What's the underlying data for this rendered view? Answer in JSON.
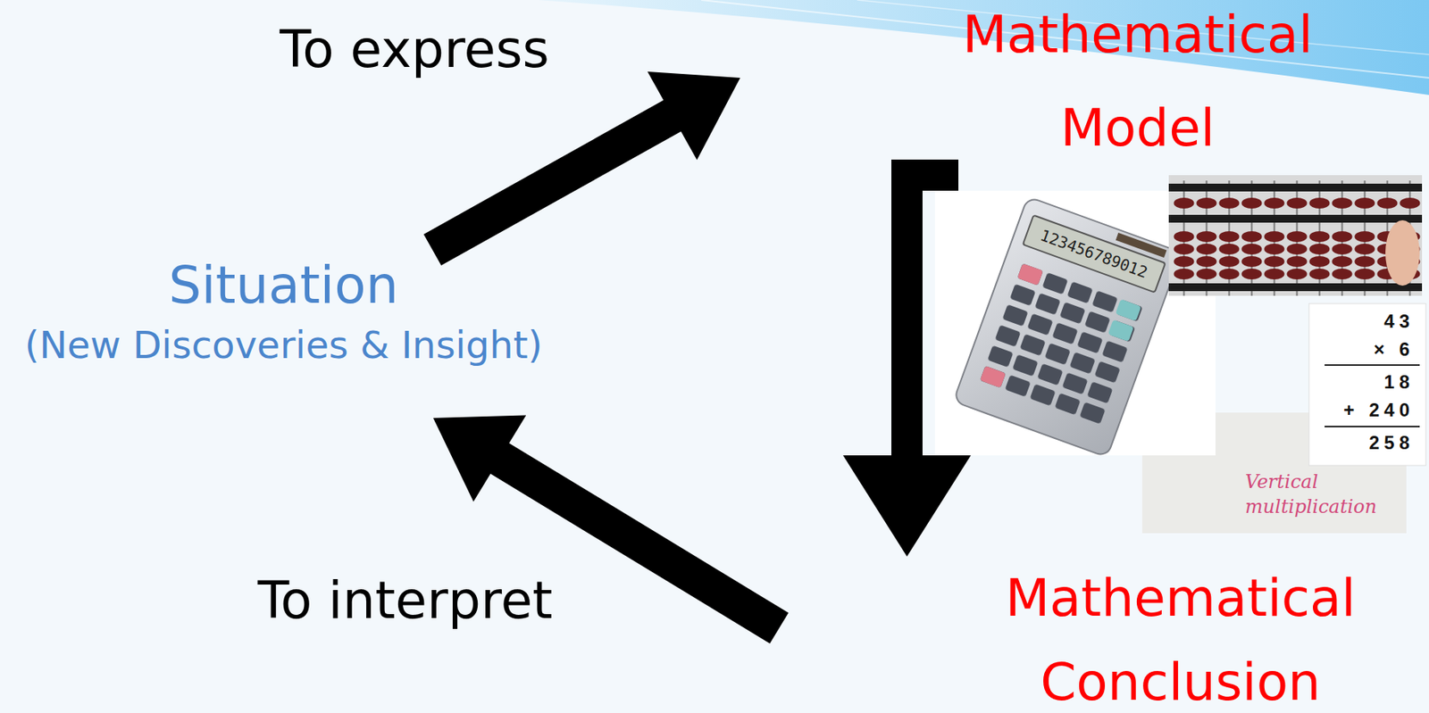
{
  "diagram": {
    "nodes": [
      {
        "text": [
          "Situation",
          "(New Discoveries & Insight)"
        ]
      },
      {
        "text": [
          "Mathematical Model"
        ]
      },
      {
        "text": [
          "Mathematical Conclusion"
        ]
      }
    ],
    "edges": [
      {
        "from": 0,
        "to": 1,
        "label": "To express",
        "arrow": "to"
      },
      {
        "from": 1,
        "to": 2,
        "arrow": "to"
      },
      {
        "from": 2,
        "to": 0,
        "label": "To interpret",
        "arrow": "to"
      }
    ],
    "labels": [
      "123456789012",
      "43",
      "× 6",
      "18",
      "+ 240",
      "258",
      "Vertical multiplication"
    ]
  }
}
